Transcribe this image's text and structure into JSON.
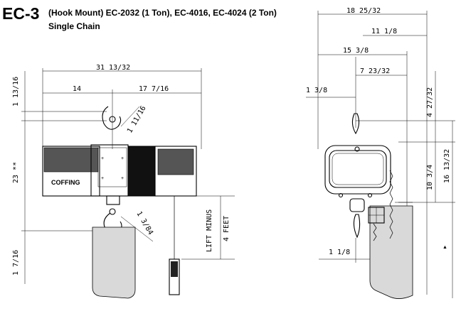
{
  "header": {
    "model": "EC-3",
    "description": "(Hook Mount) EC-2032 (1 Ton), EC-4016, EC-4024 (2 Ton)",
    "chain": "Single Chain"
  },
  "side_view": {
    "brand": "COFFING",
    "dims": {
      "overall_width": "31 13/32",
      "left_width": "14",
      "right_width": "17 7/16",
      "top_hook_height": "1 13/16",
      "hook_opening_top": "1 11/16",
      "headroom": "23 **",
      "hook_opening_bottom": "1 3/84",
      "lift": "LIFT MINUS",
      "lift_feet": "4 FEET",
      "bottom_hook": "1 7/16"
    }
  },
  "end_view": {
    "dims": {
      "overall_width": "18 25/32",
      "right_width": "11 1/8",
      "mid_width": "15 3/8",
      "hook_to_right": "7 23/32",
      "hook_offset": "1 3/8",
      "top_height": "4 27/32",
      "body_height": "10 3/4",
      "total_height": "16 13/32",
      "bottom_offset": "1 1/8"
    }
  }
}
